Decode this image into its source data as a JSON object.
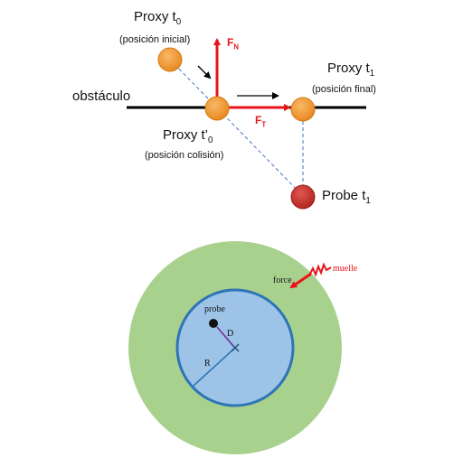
{
  "top": {
    "proxy_t0": {
      "main": "Proxy t",
      "sub": "0",
      "caption": "(posición inicial)"
    },
    "proxy_t1": {
      "main": "Proxy t",
      "sub": "1",
      "caption": "(posición final)"
    },
    "proxy_tp0": {
      "main": "Proxy t’",
      "sub": "0",
      "caption": "(posición colisión)"
    },
    "probe_t1": {
      "main": "Probe t",
      "sub": "1"
    },
    "obstacle": "obstáculo",
    "force_normal": {
      "main": "F",
      "sub": "N"
    },
    "force_tangent": {
      "main": "F",
      "sub": "T"
    }
  },
  "bottom": {
    "probe": "probe",
    "force": "force",
    "spring": "muelle",
    "radius": "R",
    "distance": "D"
  },
  "colors": {
    "proxy": "#f3962b",
    "probe": "#c9302c",
    "force": "#e8141b",
    "outer_disk": "#a9d18e",
    "inner_disk": "#9dc3e6",
    "inner_border": "#2e75b6",
    "dashed": "#4472c4"
  }
}
